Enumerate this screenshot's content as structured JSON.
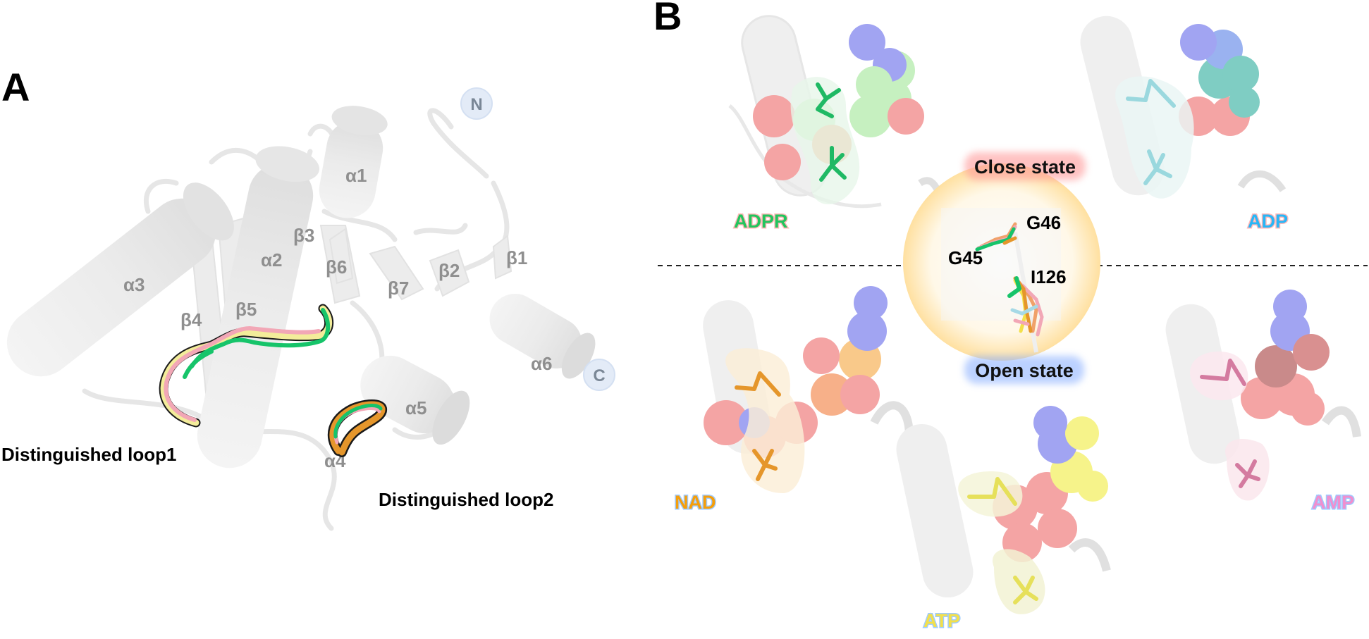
{
  "panel_a": {
    "letter": "A",
    "secondary_structure": {
      "a1": "α1",
      "a2": "α2",
      "a3": "α3",
      "a4": "α4",
      "a5": "α5",
      "a6": "α6",
      "b1": "β1",
      "b2": "β2",
      "b3": "β3",
      "b4": "β4",
      "b5": "β5",
      "b6": "β6",
      "b7": "β7"
    },
    "termini": {
      "n": "N",
      "c": "C"
    },
    "loop1_label": "Distinguished loop1",
    "loop2_label": "Distinguished loop2"
  },
  "panel_b": {
    "letter": "B",
    "close_state": "Close state",
    "open_state": "Open state",
    "residues": {
      "g45": "G45",
      "g46": "G46",
      "i126": "I126"
    },
    "ligands": {
      "adpr": {
        "label": "ADPR",
        "color": "#22c55e"
      },
      "adp": {
        "label": "ADP",
        "color": "#29b6f6"
      },
      "nad": {
        "label": "NAD",
        "color": "#f59e0b"
      },
      "atp": {
        "label": "ATP",
        "color": "#f3e04a"
      },
      "amp": {
        "label": "AMP",
        "color": "#f08fcf"
      }
    }
  },
  "colors": {
    "cartoon": "#e9e9e9",
    "loop_green": "#16c46a",
    "loop_pink": "#f2a7b6",
    "loop_yellow": "#f3ec9a",
    "loop_orange": "#e5962b",
    "glow": "#ffe2a8",
    "close_glow": "#ff9a9a",
    "open_glow": "#8fb3ff",
    "oxygen": "#f29a9a",
    "nitrogen": "#9a9bf0"
  }
}
